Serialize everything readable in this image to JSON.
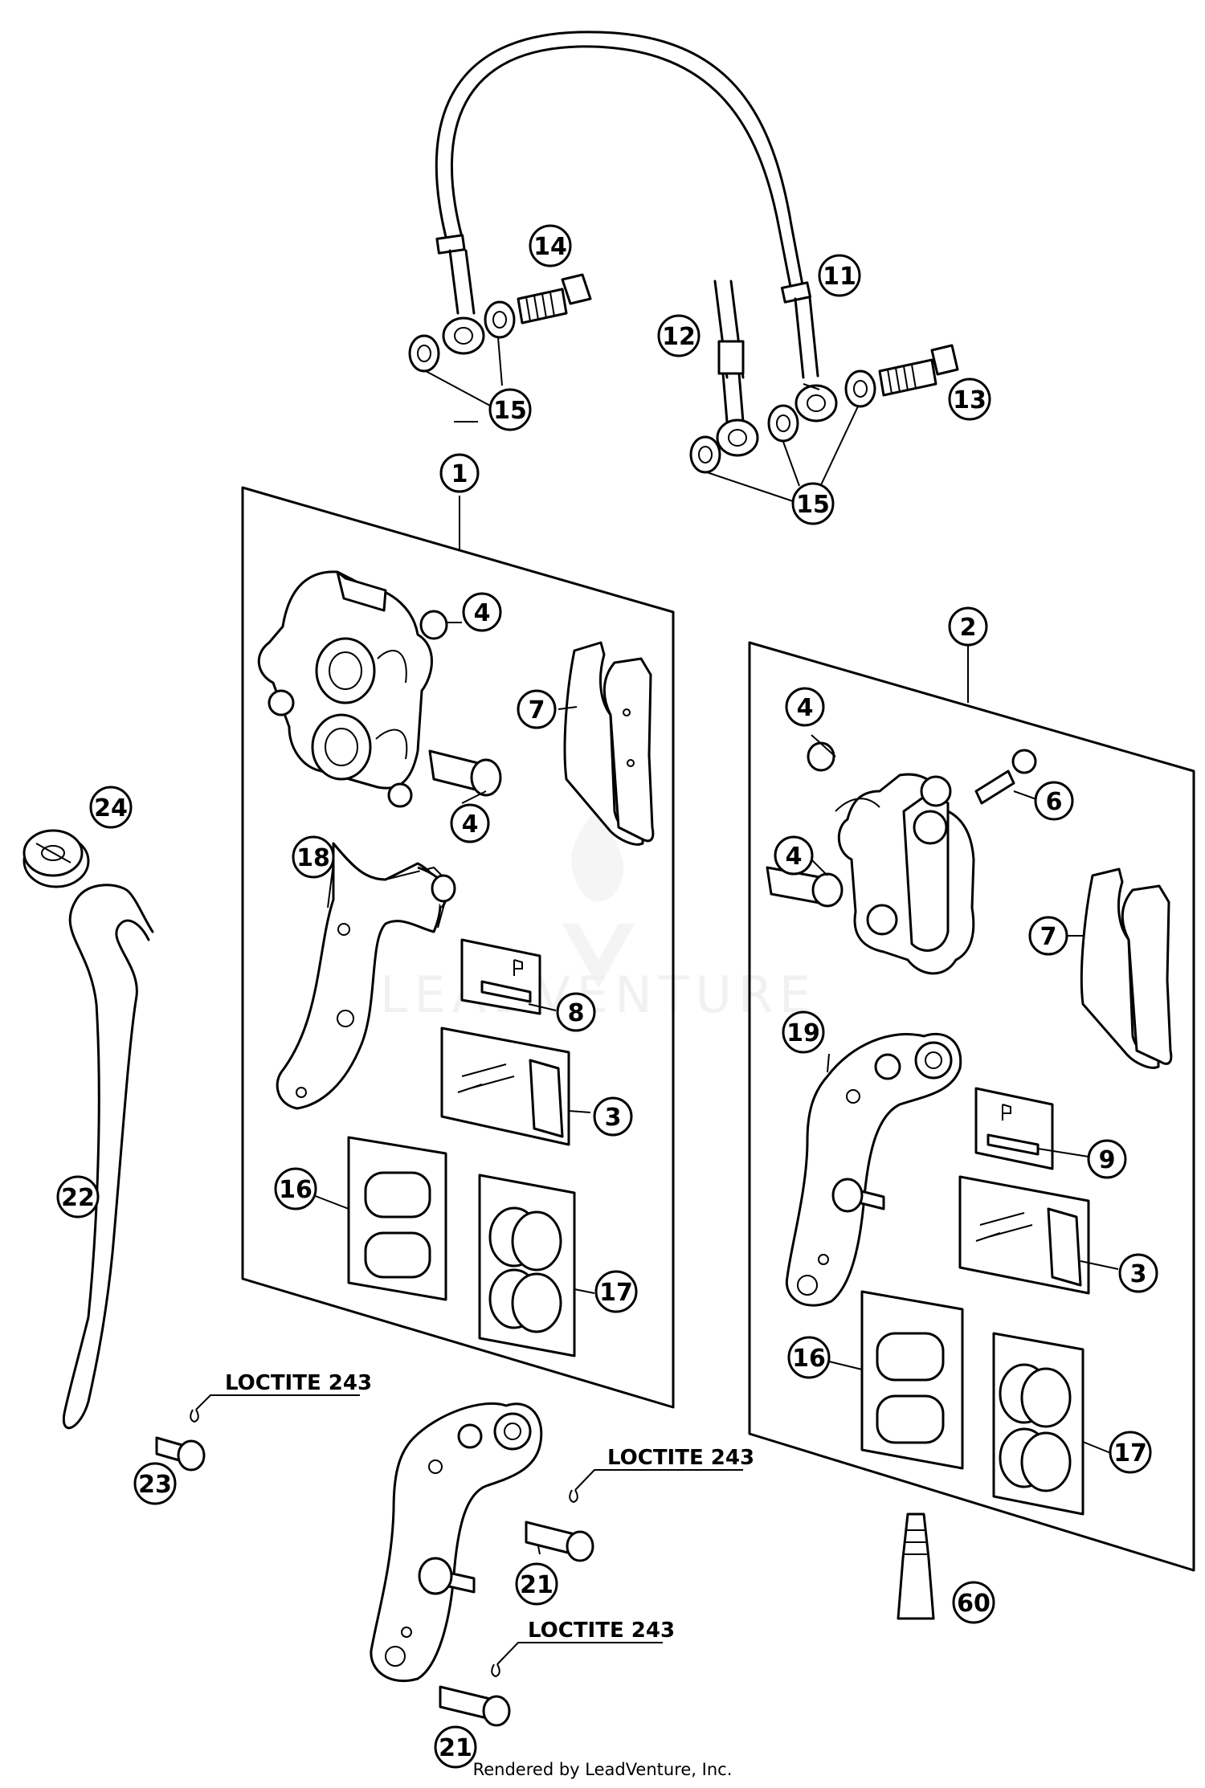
{
  "diagram": {
    "callouts": {
      "c1": "1",
      "c2": "2",
      "c3a": "3",
      "c3b": "3",
      "c4a": "4",
      "c4b": "4",
      "c4c": "4",
      "c4d": "4",
      "c6": "6",
      "c7a": "7",
      "c7b": "7",
      "c8": "8",
      "c9": "9",
      "c11": "11",
      "c12": "12",
      "c13": "13",
      "c14": "14",
      "c15a": "15",
      "c15b": "15",
      "c16a": "16",
      "c16b": "16",
      "c17a": "17",
      "c17b": "17",
      "c18": "18",
      "c19": "19",
      "c21a": "21",
      "c21b": "21",
      "c22": "22",
      "c23": "23",
      "c24": "24",
      "c60": "60"
    },
    "notes": {
      "loctite_a": "LOCTITE 243",
      "loctite_b": "LOCTITE 243",
      "loctite_c": "LOCTITE 243"
    },
    "watermark": "LEADVENTURE",
    "footer": "Rendered by LeadVenture, Inc."
  }
}
